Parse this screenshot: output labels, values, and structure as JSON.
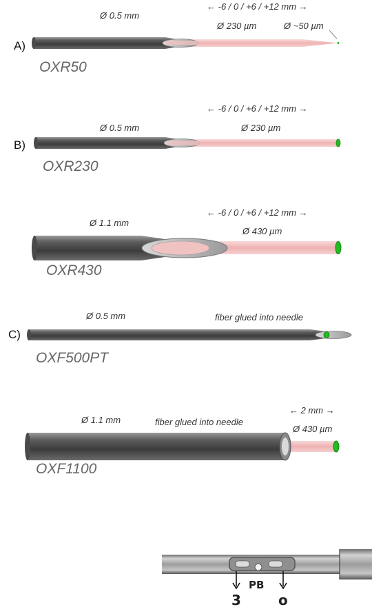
{
  "probes": [
    {
      "panel": "A)",
      "name": "OXR50",
      "outer_diameter": "Ø 0.5 mm",
      "range": "← -6 / 0 / +6 / +12 mm →",
      "fiber_diameter": "Ø 230 µm",
      "tip_diameter": "Ø ~50 µm"
    },
    {
      "panel": "B)",
      "name": "OXR230",
      "outer_diameter": "Ø 0.5 mm",
      "range": "← -6 / 0 / +6 / +12 mm →",
      "fiber_diameter": "Ø 230 µm"
    },
    {
      "name": "OXR430",
      "outer_diameter": "Ø 1.1 mm",
      "range": "← -6 / 0 / +6 / +12 mm →",
      "fiber_diameter": "Ø 430 µm"
    },
    {
      "panel": "C)",
      "name": "OXF500PT",
      "outer_diameter": "Ø 0.5 mm",
      "note": "fiber glued into needle"
    },
    {
      "name": "OXF1100",
      "outer_diameter": "Ø 1.1 mm",
      "note": "fiber glued into needle",
      "range": "← 2 mm →",
      "fiber_diameter": "Ø 430 µm"
    }
  ],
  "photo": {
    "left_label": "3",
    "center_label": "PB",
    "right_label": "o"
  },
  "colors": {
    "needle": "#5c5c5c",
    "fiber": "#f2bcbc",
    "tip": "#22bb22"
  }
}
